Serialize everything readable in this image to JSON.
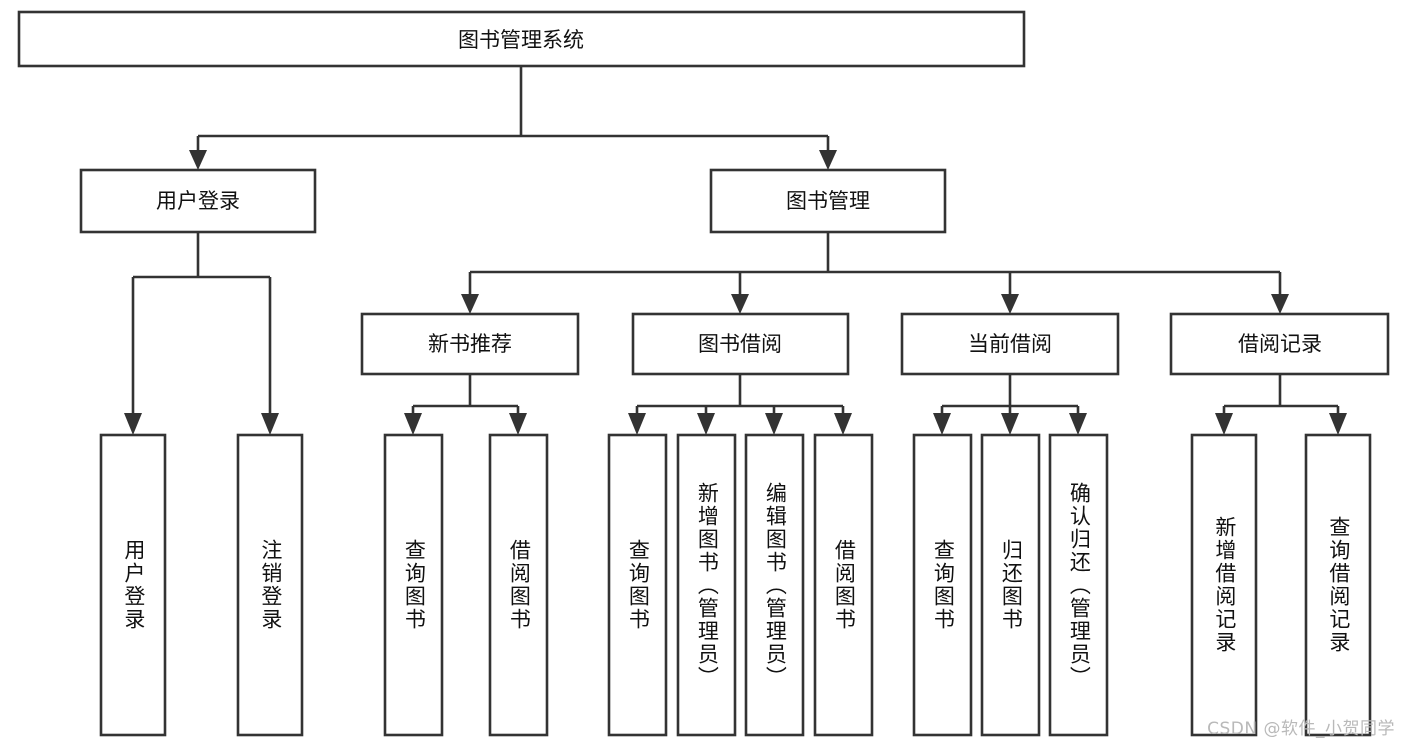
{
  "diagram": {
    "type": "tree-hierarchy-diagram",
    "title": "图书管理系统",
    "orientation": "top-down",
    "box_fill": "#ffffff",
    "box_stroke": "#333333",
    "text_color": "#111111",
    "background": "#ffffff"
  },
  "root": {
    "label": "图书管理系统"
  },
  "level2": [
    {
      "label": "用户登录"
    },
    {
      "label": "图书管理"
    }
  ],
  "level3": [
    {
      "label": "新书推荐"
    },
    {
      "label": "图书借阅"
    },
    {
      "label": "当前借阅"
    },
    {
      "label": "借阅记录"
    }
  ],
  "leaves": {
    "user_login": [
      {
        "label": "用户登录"
      },
      {
        "label": "注销登录"
      }
    ],
    "new_book_recommend": [
      {
        "label": "查询图书"
      },
      {
        "label": "借阅图书"
      }
    ],
    "book_borrow": [
      {
        "label": "查询图书"
      },
      {
        "label": "新增图书（管理员）"
      },
      {
        "label": "编辑图书（管理员）"
      },
      {
        "label": "借阅图书"
      }
    ],
    "current_borrow": [
      {
        "label": "查询图书"
      },
      {
        "label": "归还图书"
      },
      {
        "label": "确认归还（管理员）"
      }
    ],
    "borrow_records": [
      {
        "label": "新增借阅记录"
      },
      {
        "label": "查询借阅记录"
      }
    ]
  },
  "watermark": {
    "text": "CSDN @软件_小贺同学"
  }
}
